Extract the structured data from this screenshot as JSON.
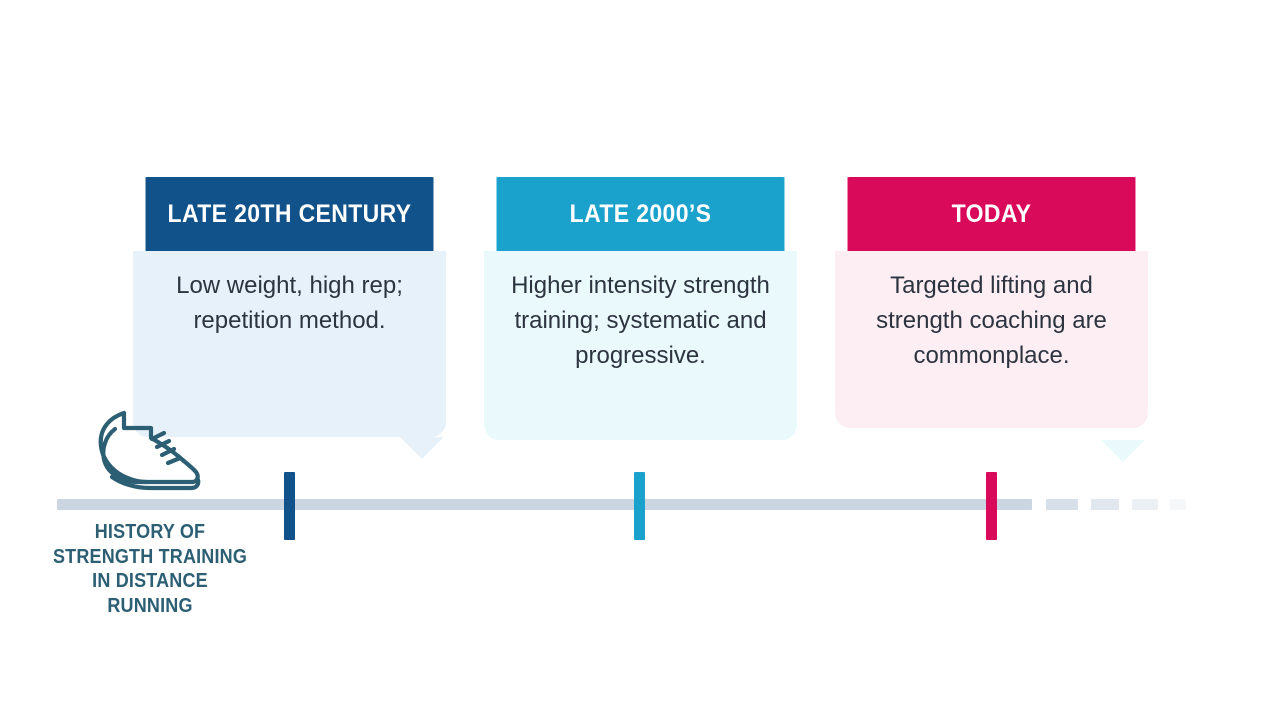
{
  "infographic": {
    "caption": "HISTORY OF\nSTRENGTH TRAINING\nIN DISTANCE\nRUNNING",
    "icon": "running-shoe-icon",
    "colors": {
      "background": "#ffffff",
      "axis": "#ccd6e3",
      "caption_text": "#2d5f74",
      "body_text": "#2c3440"
    },
    "axis": {
      "solid_label": "timeline-axis-solid",
      "dash_count": 4
    },
    "milestones": [
      {
        "id": "late-20th-century",
        "title": "LATE 20TH CENTURY",
        "body": "Low weight, high rep; repetition method.",
        "header_color": "#105289",
        "body_color": "#e6f1fa",
        "marker_color": "#105289"
      },
      {
        "id": "late-2000s",
        "title": "LATE 2000’S",
        "body": "Higher intensity strength training; systematic and progressive.",
        "header_color": "#1aa1cc",
        "body_color": "#eafafc",
        "marker_color": "#1aa1cc"
      },
      {
        "id": "today",
        "title": "TODAY",
        "body": "Targeted lifting and strength coaching are commonplace.",
        "header_color": "#da0a5b",
        "body_color": "#fdeef3",
        "marker_color": "#da0a5b"
      }
    ]
  }
}
